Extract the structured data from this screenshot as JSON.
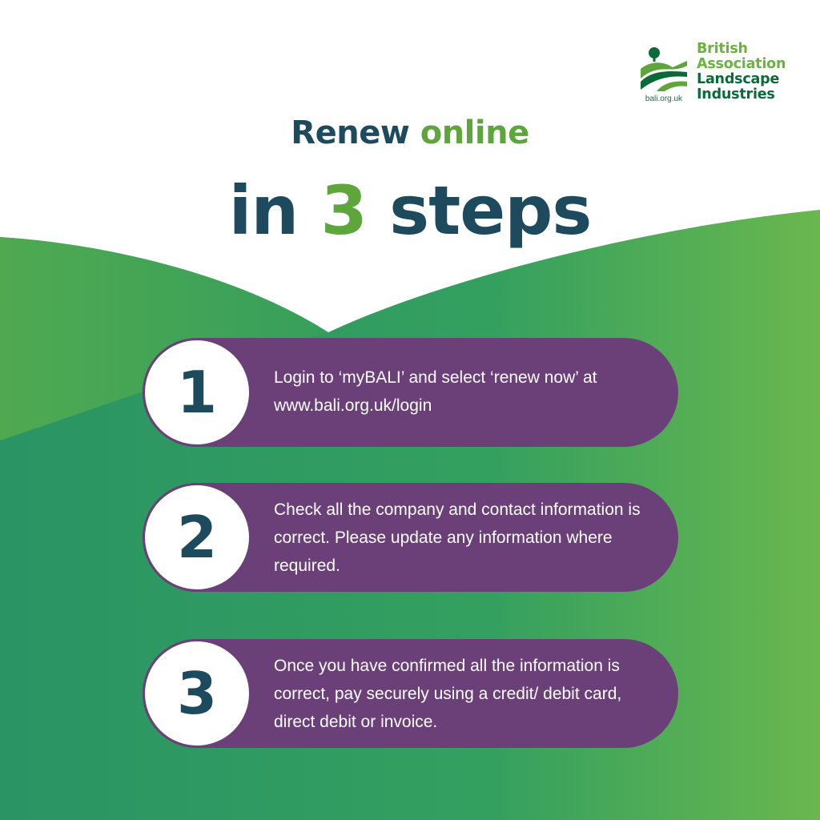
{
  "logo": {
    "url": "bali.org.uk",
    "name_lines": [
      "British",
      "Association",
      "Landscape",
      "Industries"
    ]
  },
  "headline": {
    "line1_part1": "Renew",
    "line1_part2": "online",
    "line2_part1": "in",
    "line2_part2": "3",
    "line2_part3": "steps"
  },
  "steps": [
    {
      "number": "1",
      "text": "Login to ‘myBALI’ and select ‘renew now’  at www.bali.org.uk/login"
    },
    {
      "number": "2",
      "text": "Check all the company and contact information is correct. Please update any information where required."
    },
    {
      "number": "3",
      "text": "Once you have confirmed all the information is correct, pay securely using a credit/ debit card, direct debit or invoice."
    }
  ],
  "colors": {
    "dark_navy": "#1d4a5c",
    "accent_green": "#5ea53c",
    "purple": "#6b3f78",
    "bg_green": "#2e9a6a",
    "brand_green": "#0b6a3a"
  }
}
